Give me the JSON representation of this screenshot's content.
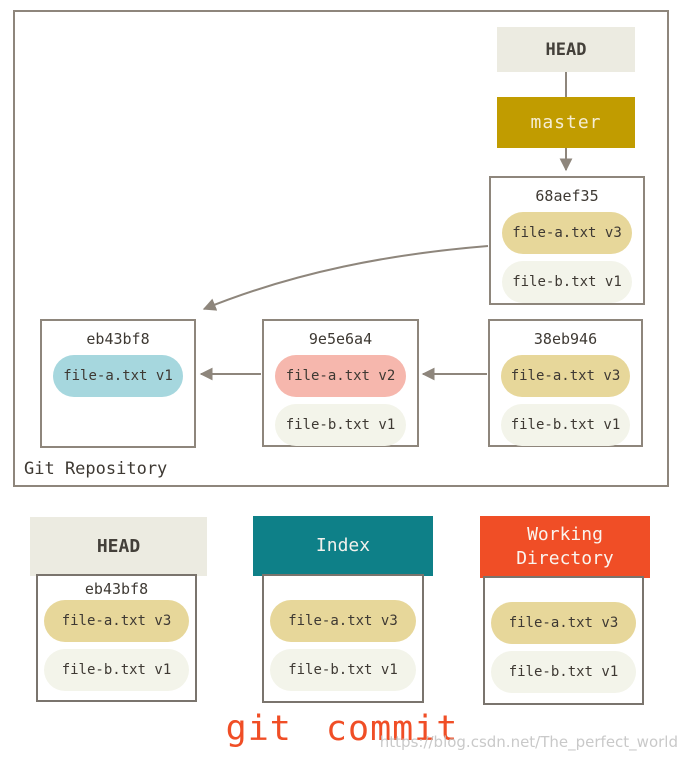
{
  "repo": {
    "label": "Git Repository",
    "head_label": "HEAD",
    "branch_label": "master",
    "commits": [
      {
        "id": "eb43bf8",
        "files": [
          {
            "name": "file-a.txt v1",
            "color": "#a6d7de"
          }
        ]
      },
      {
        "id": "9e5e6a4",
        "files": [
          {
            "name": "file-a.txt v2",
            "color": "#f6b7ad"
          },
          {
            "name": "file-b.txt v1",
            "color": "#f3f4ea"
          }
        ]
      },
      {
        "id": "38eb946",
        "files": [
          {
            "name": "file-a.txt v3",
            "color": "#e7d79a"
          },
          {
            "name": "file-b.txt v1",
            "color": "#f3f4ea"
          }
        ]
      },
      {
        "id": "68aef35",
        "files": [
          {
            "name": "file-a.txt v3",
            "color": "#e7d79a"
          },
          {
            "name": "file-b.txt v1",
            "color": "#f3f4ea"
          }
        ]
      }
    ],
    "edges": [
      {
        "from": "HEAD",
        "to": "master"
      },
      {
        "from": "master",
        "to": "68aef35"
      },
      {
        "from": "68aef35",
        "to": "eb43bf8"
      },
      {
        "from": "9e5e6a4",
        "to": "eb43bf8"
      },
      {
        "from": "38eb946",
        "to": "9e5e6a4"
      }
    ]
  },
  "trees": {
    "head": {
      "title": "HEAD",
      "commit_id": "eb43bf8",
      "files": [
        {
          "name": "file-a.txt v3",
          "color": "#e7d79a"
        },
        {
          "name": "file-b.txt v1",
          "color": "#f3f4ea"
        }
      ]
    },
    "index": {
      "title": "Index",
      "files": [
        {
          "name": "file-a.txt v3",
          "color": "#e7d79a"
        },
        {
          "name": "file-b.txt v1",
          "color": "#f3f4ea"
        }
      ]
    },
    "working_directory": {
      "title": "Working Directory",
      "files": [
        {
          "name": "file-a.txt v3",
          "color": "#e7d79a"
        },
        {
          "name": "file-b.txt v1",
          "color": "#f3f4ea"
        }
      ]
    }
  },
  "command": "git commit",
  "watermark": "https://blog.csdn.net/The_perfect_world",
  "colors": {
    "branch_bg": "#c19c00",
    "head_bg": "#ecebe1",
    "index_bg": "#0e8088",
    "working_directory_bg": "#f04e26",
    "command_text": "#f04e26",
    "file_tan": "#e7d79a",
    "file_light": "#f3f4ea",
    "file_blue": "#a6d7de",
    "file_pink": "#f6b7ad",
    "line_gray": "#8e867c"
  }
}
